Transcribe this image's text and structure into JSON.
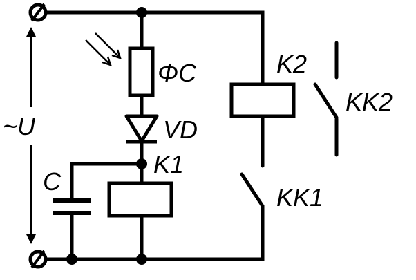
{
  "labels": {
    "voltage": "~U",
    "photoresistor": "ΦC",
    "diode": "VD",
    "relay1": "K1",
    "relay2": "K2",
    "capacitor": "C",
    "contact1": "KK1",
    "contact2": "KK2"
  },
  "colors": {
    "ink": "#000000",
    "background": "#ffffff"
  }
}
